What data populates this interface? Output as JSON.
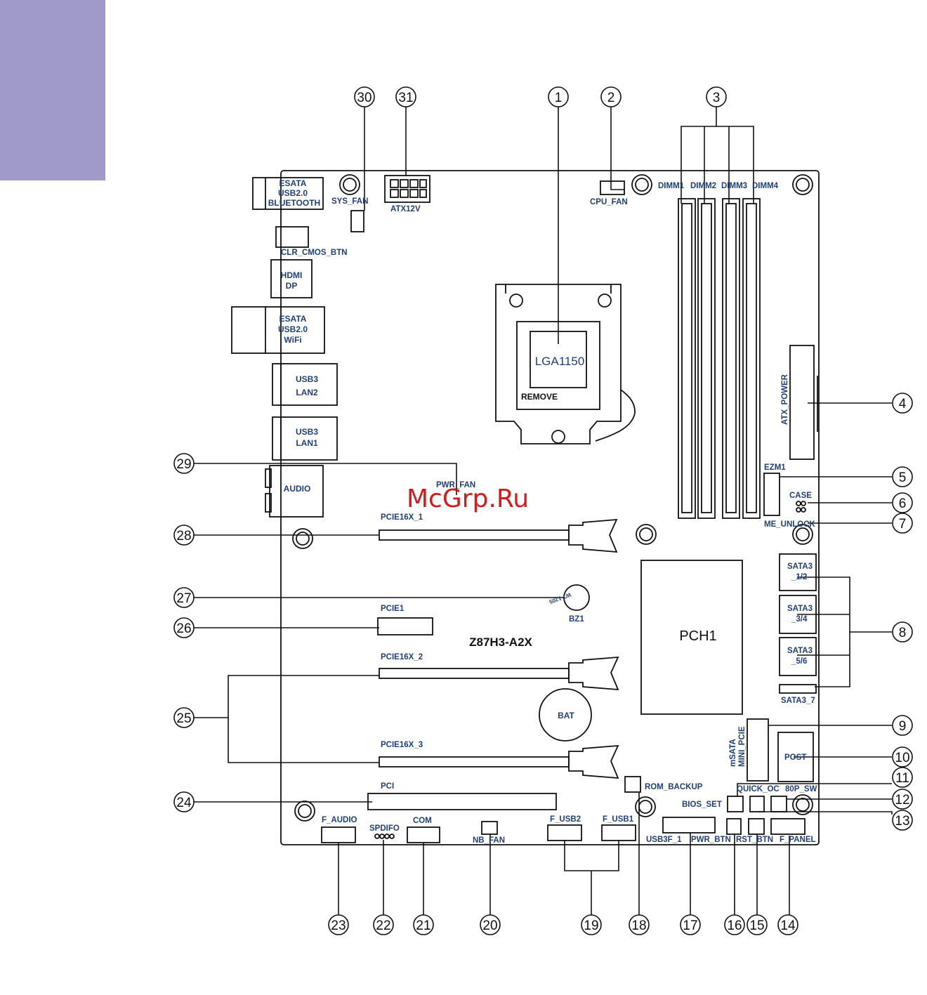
{
  "colors": {
    "tab": "#a09ac9",
    "label": "#1f3f7a",
    "watermark": "#d10000",
    "line": "#111111"
  },
  "board": {
    "model": "Z87H3-A2X",
    "cpu_socket": "LGA1150",
    "cpu_remove": "REMOVE",
    "pch": "PCH1",
    "battery": "BAT",
    "buzzer_text": "BZ1",
    "buzzer_marking": "WT-1205"
  },
  "io": {
    "esata_top": [
      "ESATA",
      "USB2.0",
      "BLUETOOTH"
    ],
    "hdmi_dp": [
      "HDMI",
      "DP"
    ],
    "esata_wifi": [
      "ESATA",
      "USB2.0",
      "WiFi"
    ],
    "usb3_lan2": [
      "USB3",
      "LAN2"
    ],
    "usb3_lan1": [
      "USB3",
      "LAN1"
    ],
    "audio": "AUDIO"
  },
  "labels": {
    "sys_fan": "SYS_FAN",
    "atx12v": "ATX12V",
    "cpu_fan": "CPU_FAN",
    "dimm1": "DIMM1",
    "dimm2": "DIMM2",
    "dimm3": "DIMM3",
    "dimm4": "DIMM4",
    "clr_cmos_btn": "CLR_CMOS_BTN",
    "atx_power": "ATX_POWER",
    "ezm1": "EZM1",
    "case": "CASE",
    "me_unlock": "ME_UNLOCK",
    "pwr_fan": "PWR_FAN",
    "pcie16x_1": "PCIE16X_1",
    "pcie1": "PCIE1",
    "pcie16x_2": "PCIE16X_2",
    "pcie16x_3": "PCIE16X_3",
    "pci": "PCI",
    "sata3_12": [
      "SATA3",
      "_1/2"
    ],
    "sata3_34": [
      "SATA3",
      "_3/4"
    ],
    "sata3_56": [
      "SATA3",
      "_5/6"
    ],
    "sata3_7": "SATA3_7",
    "msata": [
      "mSATA",
      "MINI_PCIE"
    ],
    "post": "POST",
    "rom_backup": "ROM_BACKUP",
    "quick_oc": "QUICK_OC",
    "p80_sw": "80P_SW",
    "bios_set": "BIOS_SET",
    "f_audio": "F_AUDIO",
    "spdifo": "SPDIFO",
    "com": "COM",
    "nb_fan": "NB_FAN",
    "f_usb2": "F_USB2",
    "f_usb1": "F_USB1",
    "usb3f_1": "USB3F_1",
    "pwr_btn": "PWR_BTN",
    "rst_btn": "RST_BTN",
    "f_panel": "F_PANEL"
  },
  "callouts": [
    "1",
    "2",
    "3",
    "4",
    "5",
    "6",
    "7",
    "8",
    "9",
    "10",
    "11",
    "12",
    "13",
    "14",
    "15",
    "16",
    "17",
    "18",
    "19",
    "20",
    "21",
    "22",
    "23",
    "24",
    "25",
    "26",
    "27",
    "28",
    "29",
    "30",
    "31"
  ],
  "watermark": "McGrp.Ru"
}
